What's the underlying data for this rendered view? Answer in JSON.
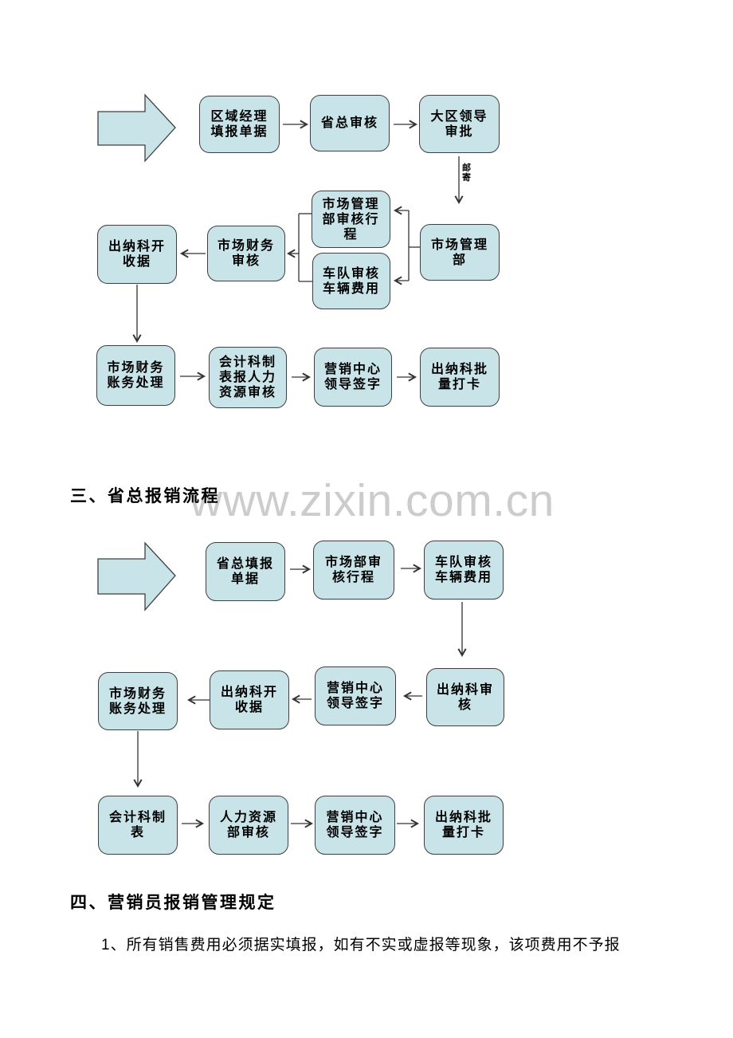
{
  "watermark": {
    "text": "www.zixin.com.cn"
  },
  "headings": {
    "section3": "三、省总报销流程",
    "section4": "四、营销员报销管理规定"
  },
  "body": {
    "rule1": "1、所有销售费用必须据实填报，如有不实或虚报等现象，该项费用不予报"
  },
  "colors": {
    "node_fill": "#c8e4e9",
    "node_border": "#3f3f3f",
    "connector": "#333333",
    "watermark_gray": "#cccccc",
    "text": "#000000"
  },
  "flowchart1": {
    "mail_label": "邮寄",
    "nodes": [
      "区域经理\n填报单据",
      "省总审核",
      "大区领导\n审批",
      "市场管理\n部",
      "市场管理\n部审核行\n程",
      "车队审核\n车辆费用",
      "市场财务\n审核",
      "出纳科开\n收据",
      "市场财务\n账务处理",
      "会计科制\n表报人力\n资源审核",
      "营销中心\n领导签字",
      "出纳科批\n量打卡"
    ]
  },
  "flowchart2": {
    "nodes": [
      "省总填报\n单据",
      "市场部审\n核行程",
      "车队审核\n车辆费用",
      "市场财务\n账务处理",
      "出纳科开\n收据",
      "营销中心\n领导签字",
      "出纳科审\n核",
      "会计科制\n表",
      "人力资源\n部审核",
      "营销中心\n领导签字",
      "出纳科批\n量打卡"
    ]
  }
}
